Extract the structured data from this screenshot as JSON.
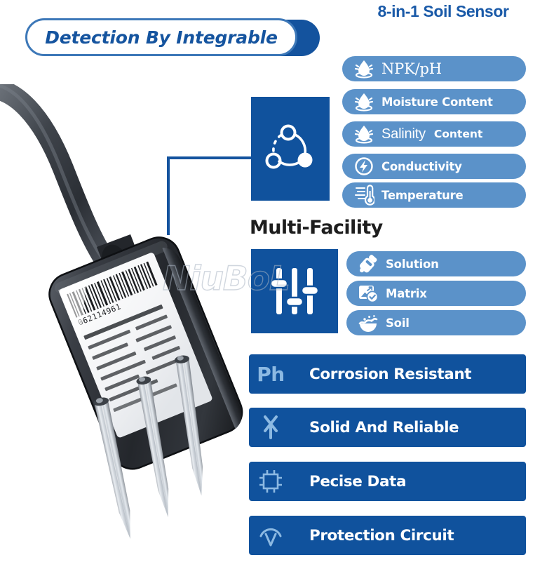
{
  "header": {
    "badge_label": "Detection By Integrable",
    "main_title": "8-in-1 Soil Sensor",
    "badge_border_color": "#3d78b8",
    "badge_text_color": "#15549f",
    "badge_back_color": "#14539e",
    "title_color": "#1a5aa8"
  },
  "theme": {
    "dark_blue": "#10529d",
    "pill_blue": "#5b92c9",
    "light_icon_blue": "#8cb9e2",
    "white": "#ffffff"
  },
  "watermark": {
    "text": "NiuBoL"
  },
  "sensor_section": {
    "panel_icon": "share-network-icon",
    "features": [
      {
        "label": "NPK/pH",
        "icon": "water-drop-splash-icon",
        "style": "serif"
      },
      {
        "label": "Moisture Content",
        "icon": "water-drop-splash-icon",
        "style": "bold"
      },
      {
        "label": "Salinity",
        "label_secondary": "Content",
        "icon": "water-drop-splash-icon",
        "style": "thin"
      },
      {
        "label": "Conductivity",
        "icon": "lightning-bolt-circle-icon",
        "style": "bold"
      },
      {
        "label": "Temperature",
        "icon": "thermometer-icon",
        "style": "bold"
      }
    ]
  },
  "facility_section": {
    "heading": "Multi-Facility",
    "panel_icon": "sliders-equalizer-icon",
    "items": [
      {
        "label": "Solution",
        "icon": "bottle-pour-drop-icon"
      },
      {
        "label": "Matrix",
        "icon": "image-chart-check-icon"
      },
      {
        "label": "Soil",
        "icon": "soil-mound-icon"
      }
    ]
  },
  "feature_bars": [
    {
      "label": "Corrosion Resistant",
      "icon": "ph-text-icon",
      "icon_text": "Ph"
    },
    {
      "label": "Solid And Reliable",
      "icon": "cross-x-icon",
      "icon_text": ""
    },
    {
      "label": "Pecise Data",
      "icon": "crosshair-square-icon",
      "icon_text": ""
    },
    {
      "label": "Protection Circuit",
      "icon": "arc-v-meter-icon",
      "icon_text": ""
    }
  ],
  "product": {
    "alt": "8-in-1 soil sensor probe with cable and three stainless steel prongs",
    "label_text": "product specification label with barcode"
  }
}
